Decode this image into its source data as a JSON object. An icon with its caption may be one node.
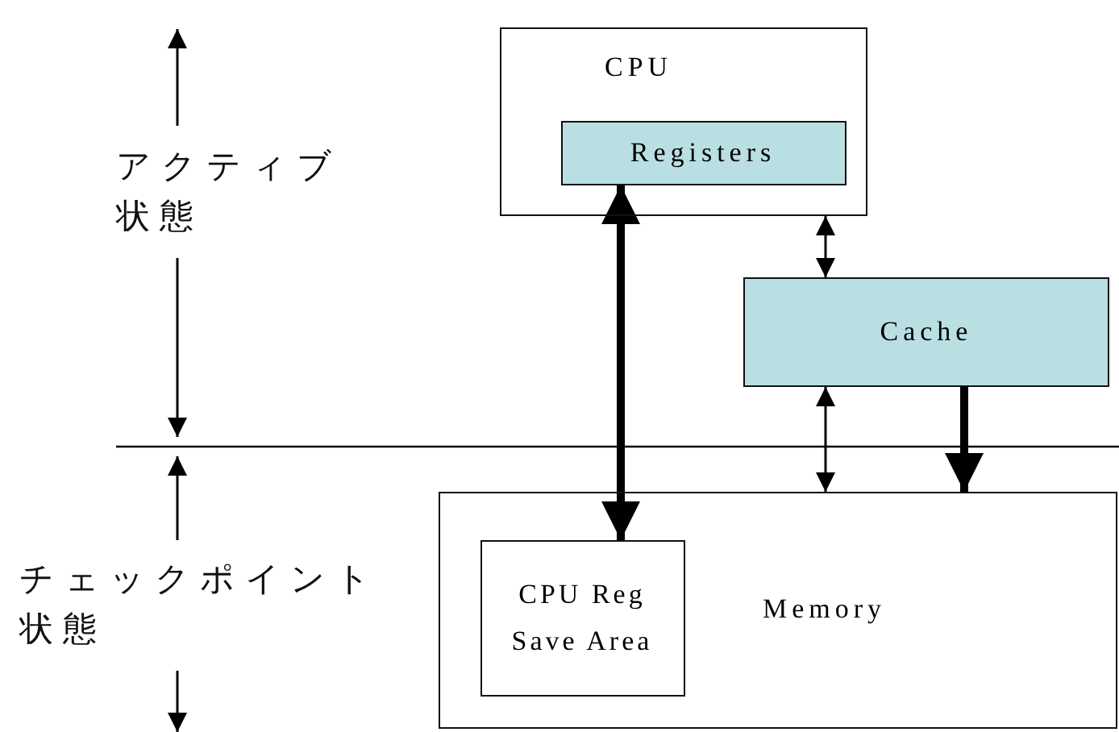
{
  "diagram": {
    "nodes": [
      {
        "text": [
          "CPU"
        ]
      },
      {
        "text": [
          "Registers"
        ],
        "in": 0
      },
      {
        "text": [
          "Cache"
        ]
      },
      {
        "text": [
          "Memory"
        ]
      },
      {
        "text": [
          "CPU Reg Save Area"
        ],
        "in": 3
      }
    ],
    "edges": [
      {
        "from": 1,
        "to": 4,
        "arrow": "both",
        "style": "thick"
      },
      {
        "from": 0,
        "to": 2,
        "arrow": "both"
      },
      {
        "from": 2,
        "to": 3,
        "arrow": "both"
      },
      {
        "from": 2,
        "to": 3,
        "arrow": "to",
        "style": "thick"
      }
    ],
    "labels": [
      "アクティブ状態",
      "チェックポイント状態"
    ]
  }
}
